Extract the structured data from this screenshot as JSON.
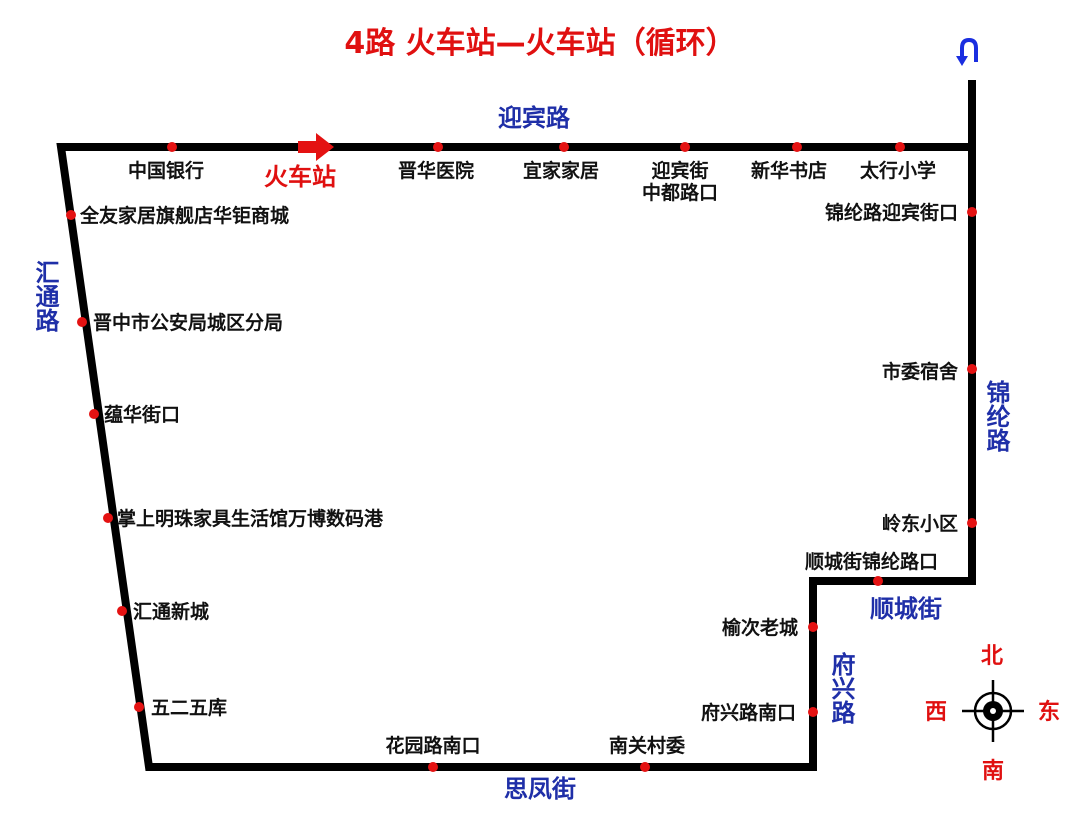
{
  "title": "4路  火车站—火车站（循环）",
  "colors": {
    "route": "#000000",
    "stop_dot": "#e41212",
    "title": "#e01010",
    "road_label": "#1f2fa8",
    "compass_label": "#e01010",
    "uturn": "#1a2ee0"
  },
  "stops": {
    "zhongguo_yinhang": "中国银行",
    "huochezhan": "火车站",
    "jinhua_yiyuan": "晋华医院",
    "yijia_jiaju": "宜家家居",
    "yingbinjie_line1": "迎宾街",
    "yingbinjie_line2": "中都路口",
    "xinhua_shudian": "新华书店",
    "taihang_xiaoxue": "太行小学",
    "jinlunlu_yingbinjiekou": "锦纶路迎宾街口",
    "shiwei_sushe": "市委宿舍",
    "lingdong_xiaoqu": "岭东小区",
    "shunchengjie_jinlunlukou": "顺城街锦纶路口",
    "yuci_laocheng": "榆次老城",
    "fuxinglu_nankou": "府兴路南口",
    "nanguan_cunwei": "南关村委",
    "huayuanlu_nankou": "花园路南口",
    "wuerwu_ku": "五二五库",
    "huitong_xincheng": "汇通新城",
    "zhangshang_mingzhu": "掌上明珠家具生活馆万博数码港",
    "yunhua_jiekou": "蕴华街口",
    "jinzhong_gonganju": "晋中市公安局城区分局",
    "quanyou_jiaju": "全友家居旗舰店华钜商城"
  },
  "roads": {
    "yingbinlu": "迎宾路",
    "huitonglu": "汇通路",
    "jinlunlu": "锦纶路",
    "shunchengjie": "顺城街",
    "fuxinglu": "府兴路",
    "sifengjie": "思凤街"
  },
  "compass": {
    "north": "北",
    "south": "南",
    "east": "东",
    "west": "西"
  },
  "icons": {
    "direction_arrow": "right-arrow-icon",
    "uturn": "u-turn-icon",
    "compass": "compass-icon"
  }
}
